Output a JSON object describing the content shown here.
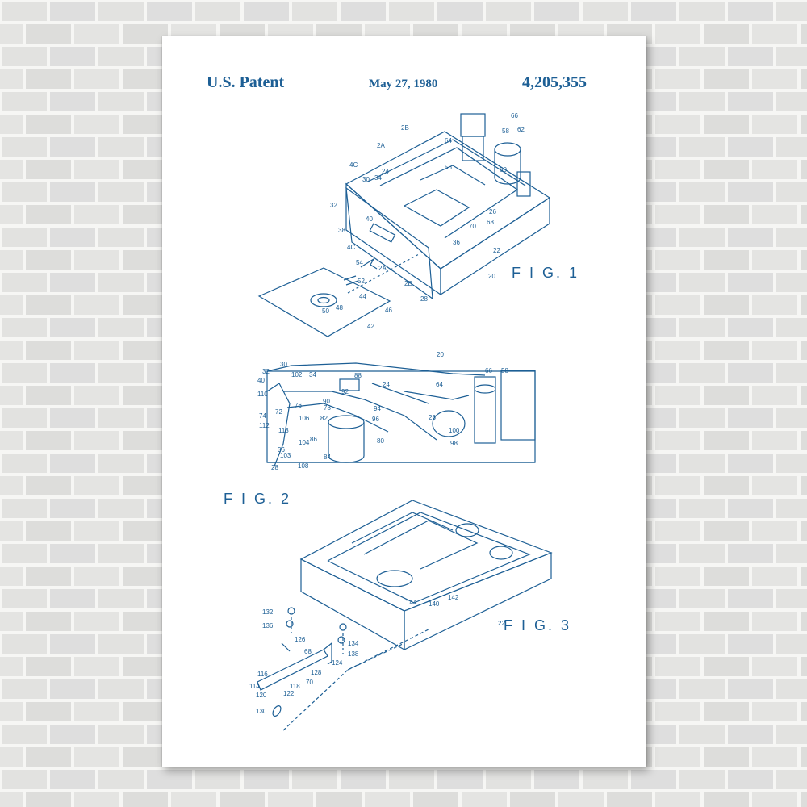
{
  "header": {
    "left": "U.S. Patent",
    "date": "May 27, 1980",
    "number": "4,205,355"
  },
  "figures": {
    "fig1": "F I G. 1",
    "fig2": "F I G. 2",
    "fig3": "F I G. 3"
  },
  "callouts": {
    "fig1": [
      "66",
      "58",
      "62",
      "2B",
      "64",
      "2A",
      "56",
      "4C",
      "60",
      "30",
      "34",
      "24",
      "32",
      "26",
      "68",
      "40",
      "70",
      "38",
      "36",
      "22",
      "4C",
      "54",
      "2A",
      "52",
      "20",
      "2B",
      "44",
      "28",
      "50",
      "48",
      "46",
      "42"
    ],
    "fig2": [
      "20",
      "32",
      "30",
      "102",
      "34",
      "88",
      "24",
      "64",
      "66",
      "58",
      "40",
      "92",
      "110",
      "90",
      "76",
      "78",
      "94",
      "26",
      "74",
      "72",
      "106",
      "82",
      "96",
      "100",
      "112",
      "113",
      "80",
      "98",
      "104",
      "36",
      "86",
      "103",
      "84",
      "28",
      "108"
    ],
    "fig3": [
      "144",
      "140",
      "142",
      "132",
      "22",
      "136",
      "126",
      "134",
      "68",
      "138",
      "124",
      "128",
      "116",
      "70",
      "114",
      "118",
      "120",
      "122",
      "130"
    ]
  },
  "colors": {
    "ink": "#1d5f95",
    "poster": "#ffffff",
    "wall": "#e9e9e7",
    "mortar": "#f7f7f5",
    "brick": "#e1e1df"
  }
}
